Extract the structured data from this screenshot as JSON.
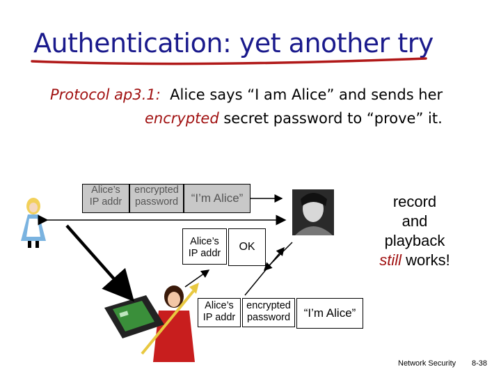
{
  "slide": {
    "title": "Authentication: yet another try",
    "protocol_label": "Protocol ap3.1:",
    "protocol_line1": "Alice says “I am Alice” and sends her",
    "protocol_line2_em": "encrypted",
    "protocol_line2_rest": "secret password to “prove” it."
  },
  "message_top": {
    "ip_line1": "Alice’s",
    "ip_line2": "IP addr",
    "enc_line1": "encrypted",
    "enc_line2": "password",
    "claim": "“I’m Alice”"
  },
  "reply": {
    "ip_line1": "Alice’s",
    "ip_line2": "IP addr",
    "ok": "OK"
  },
  "message_bottom": {
    "ip_line1": "Alice’s",
    "ip_line2": "IP addr",
    "enc_line1": "encrypted",
    "enc_line2": "password",
    "claim": "“I’m Alice”"
  },
  "side_note": {
    "line1": "record",
    "line2": "and",
    "line3": "playback",
    "line4_em": "still",
    "line4_rest": "works!"
  },
  "footer": {
    "left": "Network Security",
    "right": "8-38"
  },
  "colors": {
    "title": "#1a1a8c",
    "underline": "#b01818",
    "emphasis": "#a01010",
    "grey_box": "#c8c8c8"
  }
}
